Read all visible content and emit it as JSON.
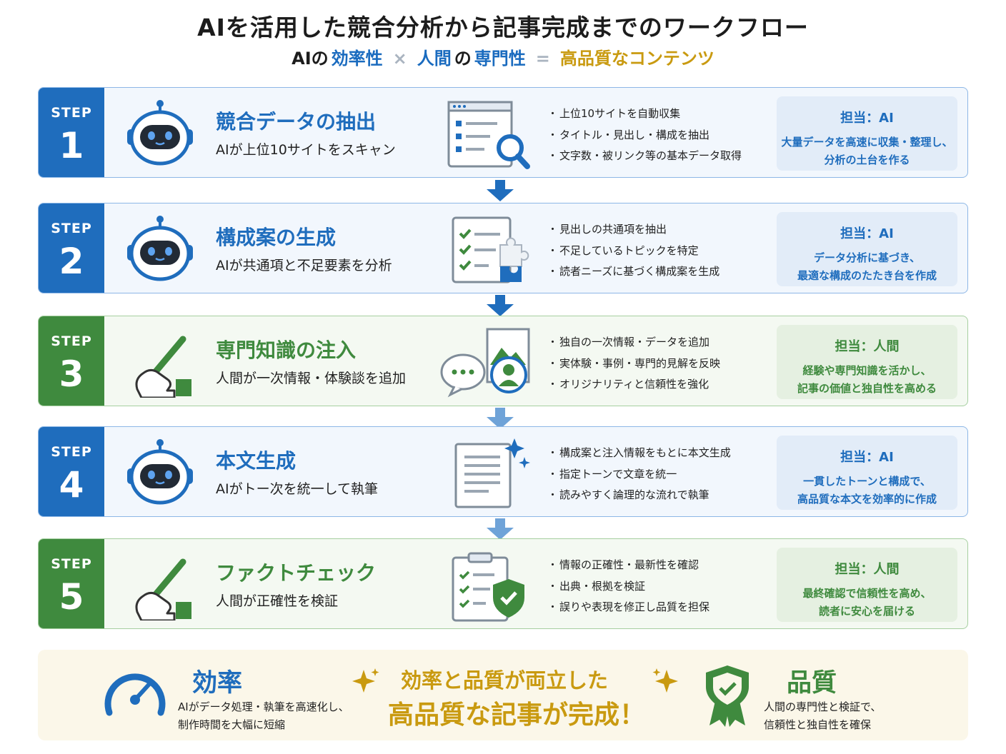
{
  "title": "AIを活用した競合分析から記事完成までのワークフロー",
  "subtitle": {
    "ai": "AIの",
    "efficiency": "効率性",
    "times": "×",
    "human": "人間",
    "no": "の",
    "expertise": "専門性",
    "equals": "=",
    "result": "高品質なコンテンツ"
  },
  "steps": [
    {
      "label": "STEP",
      "number": "1",
      "color": "blue",
      "title": "競合データの抽出",
      "desc": "AIが上位10サイトをスキャン",
      "bullets": [
        "上位10サイトを自動収集",
        "タイトル・見出し・構成を抽出",
        "文字数・被リンク等の基本データ取得"
      ],
      "role_title": "担当：AI",
      "role_line1": "大量データを高速に収集・整理し、",
      "role_line2": "分析の土台を作る",
      "icon_left": "robot-icon",
      "icon_right": "search-document-icon"
    },
    {
      "label": "STEP",
      "number": "2",
      "color": "blue",
      "title": "構成案の生成",
      "desc": "AIが共通項と不足要素を分析",
      "bullets": [
        "見出しの共通項を抽出",
        "不足しているトピックを特定",
        "読者ニーズに基づく構成案を生成"
      ],
      "role_title": "担当：AI",
      "role_line1": "データ分析に基づき、",
      "role_line2": "最適な構成のたたき台を作成",
      "icon_left": "robot-icon",
      "icon_right": "checklist-puzzle-icon"
    },
    {
      "label": "STEP",
      "number": "3",
      "color": "green",
      "title": "専門知識の注入",
      "desc": "人間が一次情報・体験談を追加",
      "bullets": [
        "独自の一次情報・データを追加",
        "実体験・事例・専門的見解を反映",
        "オリジナリティと信頼性を強化"
      ],
      "role_title": "担当：人間",
      "role_line1": "経験や専門知識を活かし、",
      "role_line2": "記事の価値と独自性を高める",
      "icon_left": "hand-pen-icon",
      "icon_right": "chat-photo-person-icon"
    },
    {
      "label": "STEP",
      "number": "4",
      "color": "blue",
      "title": "本文生成",
      "desc": "AIがトー次を統一して執筆",
      "bullets": [
        "構成案と注入情報をもとに本文生成",
        "指定トーンで文章を統一",
        "読みやすく論理的な流れで執筆"
      ],
      "role_title": "担当：AI",
      "role_line1": "一貫したトーンと構成で、",
      "role_line2": "高品質な本文を効率的に作成",
      "icon_left": "robot-icon",
      "icon_right": "document-sparkle-icon"
    },
    {
      "label": "STEP",
      "number": "5",
      "color": "green",
      "title": "ファクトチェック",
      "desc": "人間が正確性を検証",
      "bullets": [
        "情報の正確性・最新性を確認",
        "出典・根拠を検証",
        "誤りや表現を修正し品質を担保"
      ],
      "role_title": "担当：人間",
      "role_line1": "最終確認で信頼性を高め、",
      "role_line2": "読者に安心を届ける",
      "icon_left": "hand-pen-icon",
      "icon_right": "clipboard-shield-icon"
    }
  ],
  "footer": {
    "efficiency_title": "効率",
    "efficiency_line1": "AIがデータ処理・執筆を高速化し、",
    "efficiency_line2": "制作時間を大幅に短縮",
    "center_line1": "効率と品質が両立した",
    "center_line2": "高品質な記事が完成！",
    "quality_title": "品質",
    "quality_line1": "人間の専門性と検証で、",
    "quality_line2": "信頼性と独自性を確保"
  },
  "colors": {
    "blue": "#1f6dbd",
    "green": "#3f8a3e",
    "gold": "#c99a10"
  }
}
